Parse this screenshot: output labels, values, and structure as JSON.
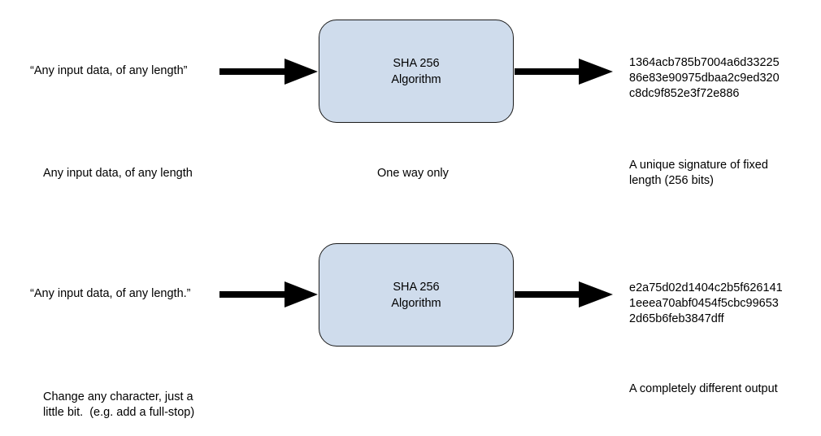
{
  "row1": {
    "input_text": "“Any input data, of any length”",
    "box_label": "SHA 256\nAlgorithm",
    "output_hash": "1364acb785b7004a6d33225\n86e83e90975dbaa2c9ed320\nc8dc9f852e3f72e886",
    "caption_input": "Any input data, of any length",
    "caption_box": "One way only",
    "caption_output": "A unique signature of fixed\nlength (256 bits)"
  },
  "row2": {
    "input_text": "“Any input data, of any length.”",
    "box_label": "SHA 256\nAlgorithm",
    "output_hash": "e2a75d02d1404c2b5f626141\n1eeea70abf0454f5cbc99653\n2d65b6feb3847dff",
    "caption_input": "Change any character, just a\nlittle bit.  (e.g. add a full-stop)",
    "caption_output": "A completely different output"
  },
  "colors": {
    "box_fill": "#cfdcec",
    "box_border": "#1a1a1a",
    "arrow": "#000000"
  }
}
